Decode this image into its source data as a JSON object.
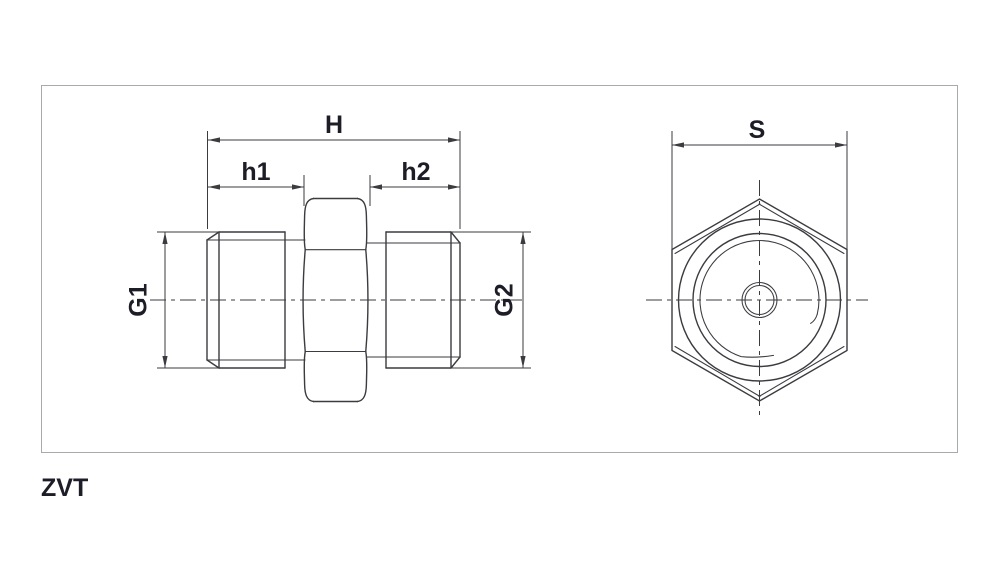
{
  "product_code": "ZVT",
  "dimension_labels": {
    "overall_length": "H",
    "left_thread_length": "h1",
    "right_thread_length": "h2",
    "left_thread_size": "G1",
    "right_thread_size": "G2",
    "hex_width_across_flats": "S"
  },
  "colors": {
    "drawing_line": "#3b3b40",
    "label_text": "#1d1d28",
    "panel_border": "#a8aab0",
    "background": "#ffffff"
  }
}
